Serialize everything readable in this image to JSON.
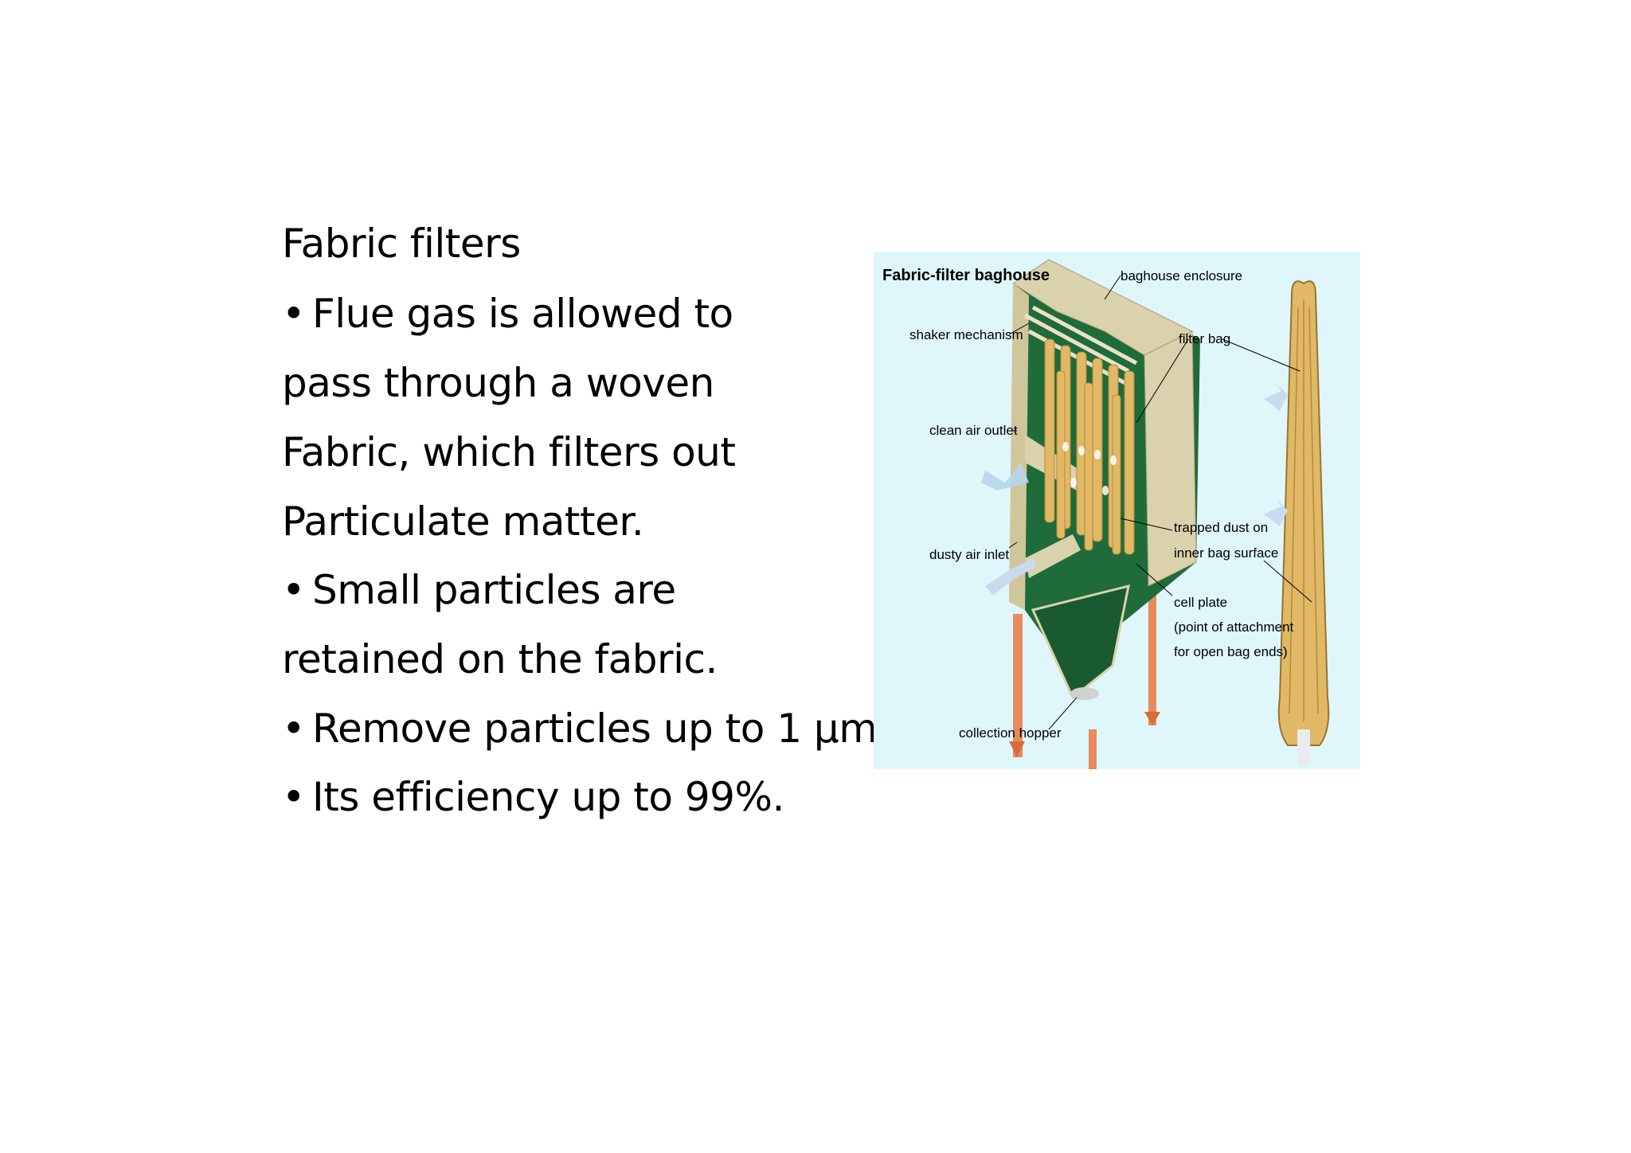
{
  "slide": {
    "title": "Fabric filters",
    "lines": [
      "Flue gas is allowed to",
      "pass through a woven",
      "Fabric, which filters out",
      "Particulate matter.",
      "Small particles are",
      "retained on the fabric.",
      "Remove particles up to 1 µm",
      "Its efficiency up to 99%."
    ],
    "bullet_char": "•"
  },
  "diagram": {
    "title": "Fabric-filter baghouse",
    "labels": {
      "enclosure": "baghouse enclosure",
      "shaker": "shaker mechanism",
      "filter_bag": "filter bag",
      "clean_air": "clean air outlet",
      "trapped_dust_1": "trapped dust on",
      "trapped_dust_2": "inner bag surface",
      "dusty_air": "dusty air inlet",
      "cell_plate_1": "cell plate",
      "cell_plate_2": "(point of attachment",
      "cell_plate_3": "for open bag ends)",
      "hopper": "collection hopper"
    },
    "colors": {
      "background": "#dff7fb",
      "housing": "#d9d2ac",
      "interior": "#1f6b3a",
      "bag": "#e0b866",
      "leg": "#e88a5c",
      "arrow": "#b8d4ec"
    }
  }
}
